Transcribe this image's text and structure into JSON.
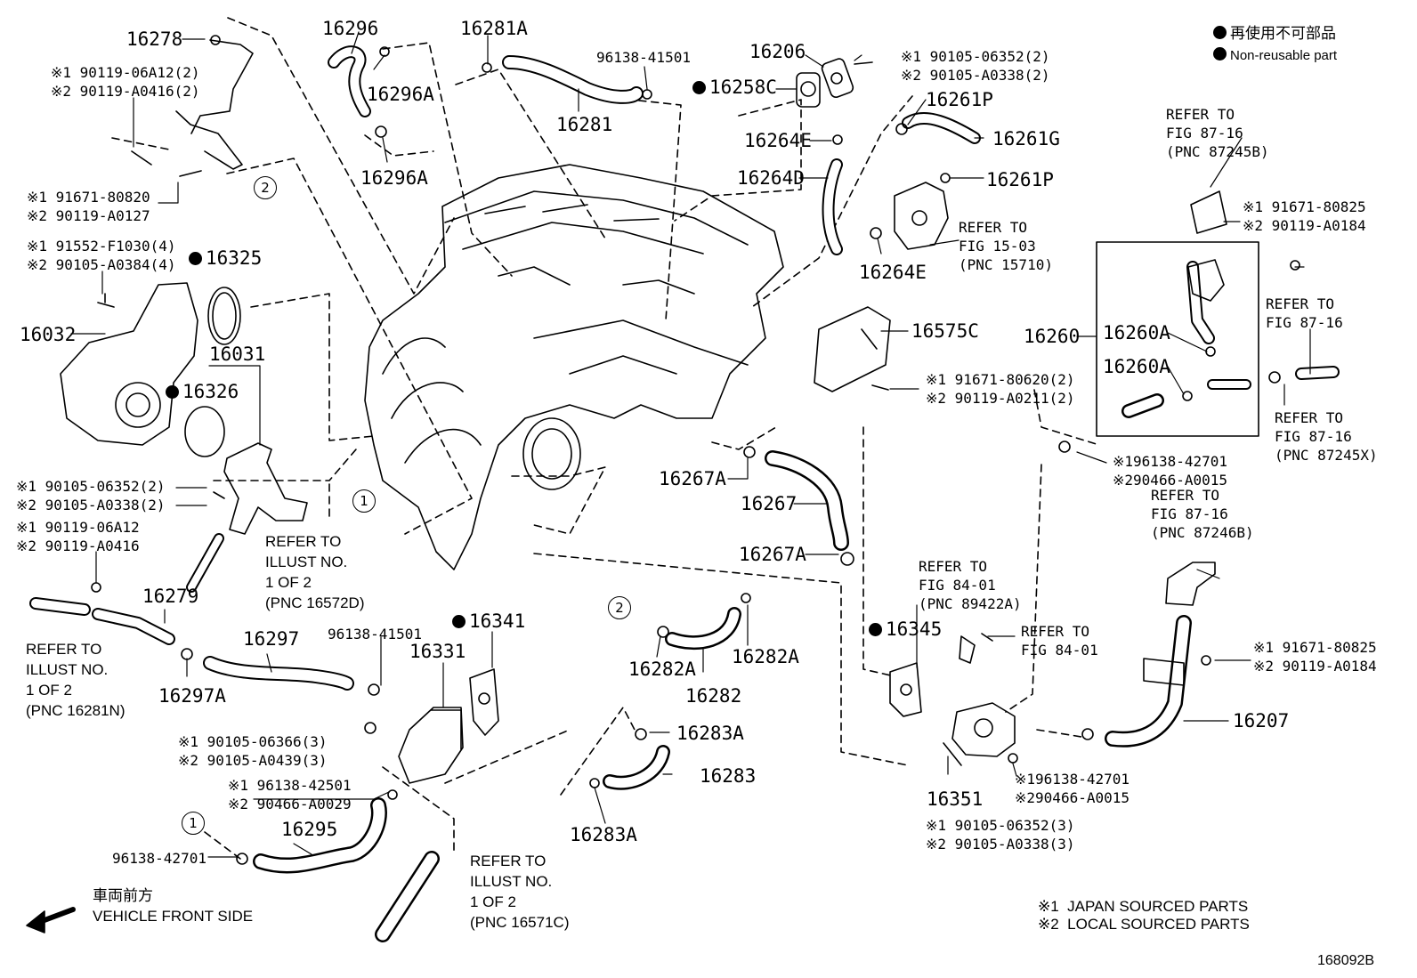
{
  "legend": {
    "non_reusable_jp": "再使用不可部品",
    "non_reusable_en": "Non-reusable part"
  },
  "sourcing": {
    "japan": "※1  JAPAN SOURCED PARTS",
    "local": "※2  LOCAL SOURCED PARTS"
  },
  "front": {
    "jp": "車両前方",
    "en": "VEHICLE FRONT SIDE"
  },
  "figure_id": "168092B",
  "parts": {
    "p16278": "16278",
    "p16296": "16296",
    "p16296A_1": "16296A",
    "p16296A_2": "16296A",
    "p16281A": "16281A",
    "p16281": "16281",
    "p96138_41501_a": "96138-41501",
    "p16206": "16206",
    "p16258C": "16258C",
    "p16261P_1": "16261P",
    "p16261G": "16261G",
    "p16261P_2": "16261P",
    "p16264E_1": "16264E",
    "p16264D": "16264D",
    "p16264E_2": "16264E",
    "p16325": "16325",
    "p16032": "16032",
    "p16031": "16031",
    "p16326": "16326",
    "p16575C": "16575C",
    "p16260": "16260",
    "p16260A_1": "16260A",
    "p16260A_2": "16260A",
    "p16267A_1": "16267A",
    "p16267": "16267",
    "p16267A_2": "16267A",
    "p16279": "16279",
    "p16297": "16297",
    "p16297A": "16297A",
    "p96138_41501_b": "96138-41501",
    "p16331": "16331",
    "p16341": "16341",
    "p16282A_1": "16282A",
    "p16282A_2": "16282A",
    "p16282": "16282",
    "p16345": "16345",
    "p16283A_1": "16283A",
    "p16283": "16283",
    "p16283A_2": "16283A",
    "p16295": "16295",
    "p96138_42701": "96138-42701",
    "p16351": "16351",
    "p16207": "16207"
  },
  "notes": {
    "n1": "※1 90119-06A12(2)\n※2 90119-A0416(2)",
    "n2": "※1 91671-80820\n※2 90119-A0127",
    "n3": "※1 91552-F1030(4)\n※2 90105-A0384(4)",
    "n4": "※1 90105-06352(2)\n※2 90105-A0338(2)",
    "n5": "※1 90105-06352(2)\n※2 90105-A0338(2)",
    "n6": "※1 90119-06A12\n※2 90119-A0416",
    "n7": "※1 91671-80620(2)\n※2 90119-A0211(2)",
    "n8": "※1 91671-80825\n※2 90119-A0184",
    "n9": "※196138-42701\n※290466-A0015",
    "n10": "※1 90105-06366(3)\n※2 90105-A0439(3)",
    "n11": "※1 96138-42501\n※2 90466-A0029",
    "n12": "※1 91671-80825\n※2 90119-A0184",
    "n13": "※196138-42701\n※290466-A0015",
    "n14": "※1 90105-06352(3)\n※2 90105-A0338(3)"
  },
  "refs": {
    "r1": "REFER TO\nFIG 15-03\n(PNC 15710)",
    "r2": "REFER TO\nFIG 87-16\n(PNC 87245B)",
    "r3": "REFER TO\nFIG 87-16",
    "r4": "REFER TO\nFIG 87-16\n(PNC 87245X)",
    "r5": "REFER TO\nFIG 87-16\n(PNC 87246B)",
    "r6": "REFER TO\nFIG 84-01\n(PNC 89422A)",
    "r7": "REFER TO\nFIG 84-01",
    "r8": "REFER TO\nILLUST NO.\n1 OF 2\n(PNC 16572D)",
    "r9": "REFER TO\nILLUST NO.\n1 OF 2\n(PNC 16281N)",
    "r10": "REFER TO\nILLUST NO.\n1 OF 2\n(PNC 16571C)"
  },
  "callouts": {
    "c1a": "1",
    "c1b": "1",
    "c2a": "2",
    "c2b": "2"
  }
}
